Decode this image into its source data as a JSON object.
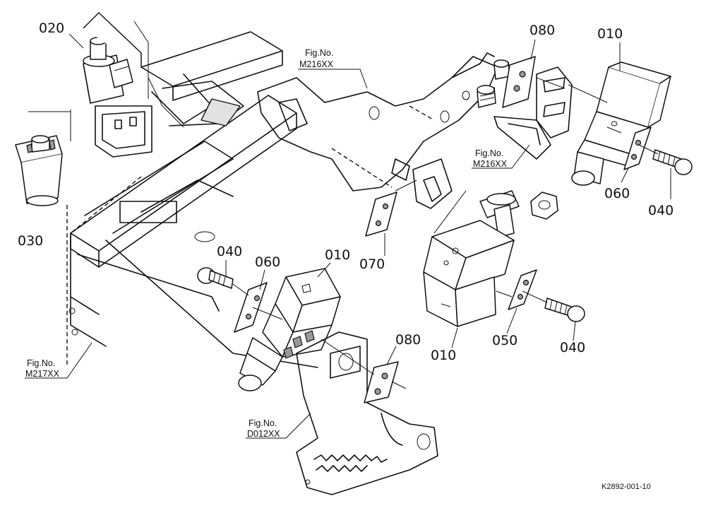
{
  "part_numbers": {
    "p020": "020",
    "p030": "030",
    "p080_top": "080",
    "p010_top": "010",
    "p060_right": "060",
    "p040_right": "040",
    "p070": "070",
    "p040_left": "040",
    "p060_left": "060",
    "p010_mid": "010",
    "p080_bottom": "080",
    "p010_bottom": "010",
    "p050": "050",
    "p040_bottom": "040"
  },
  "figure_refs": {
    "m216_top": {
      "label": "Fig.No.",
      "code": "M216XX"
    },
    "m216_right": {
      "label": "Fig.No.",
      "code": "M216XX"
    },
    "m217": {
      "label": "Fig.No.",
      "code": "M217XX"
    },
    "d012": {
      "label": "Fig.No.",
      "code": "D012XX"
    }
  },
  "drawing_code": "K2892-001-10"
}
